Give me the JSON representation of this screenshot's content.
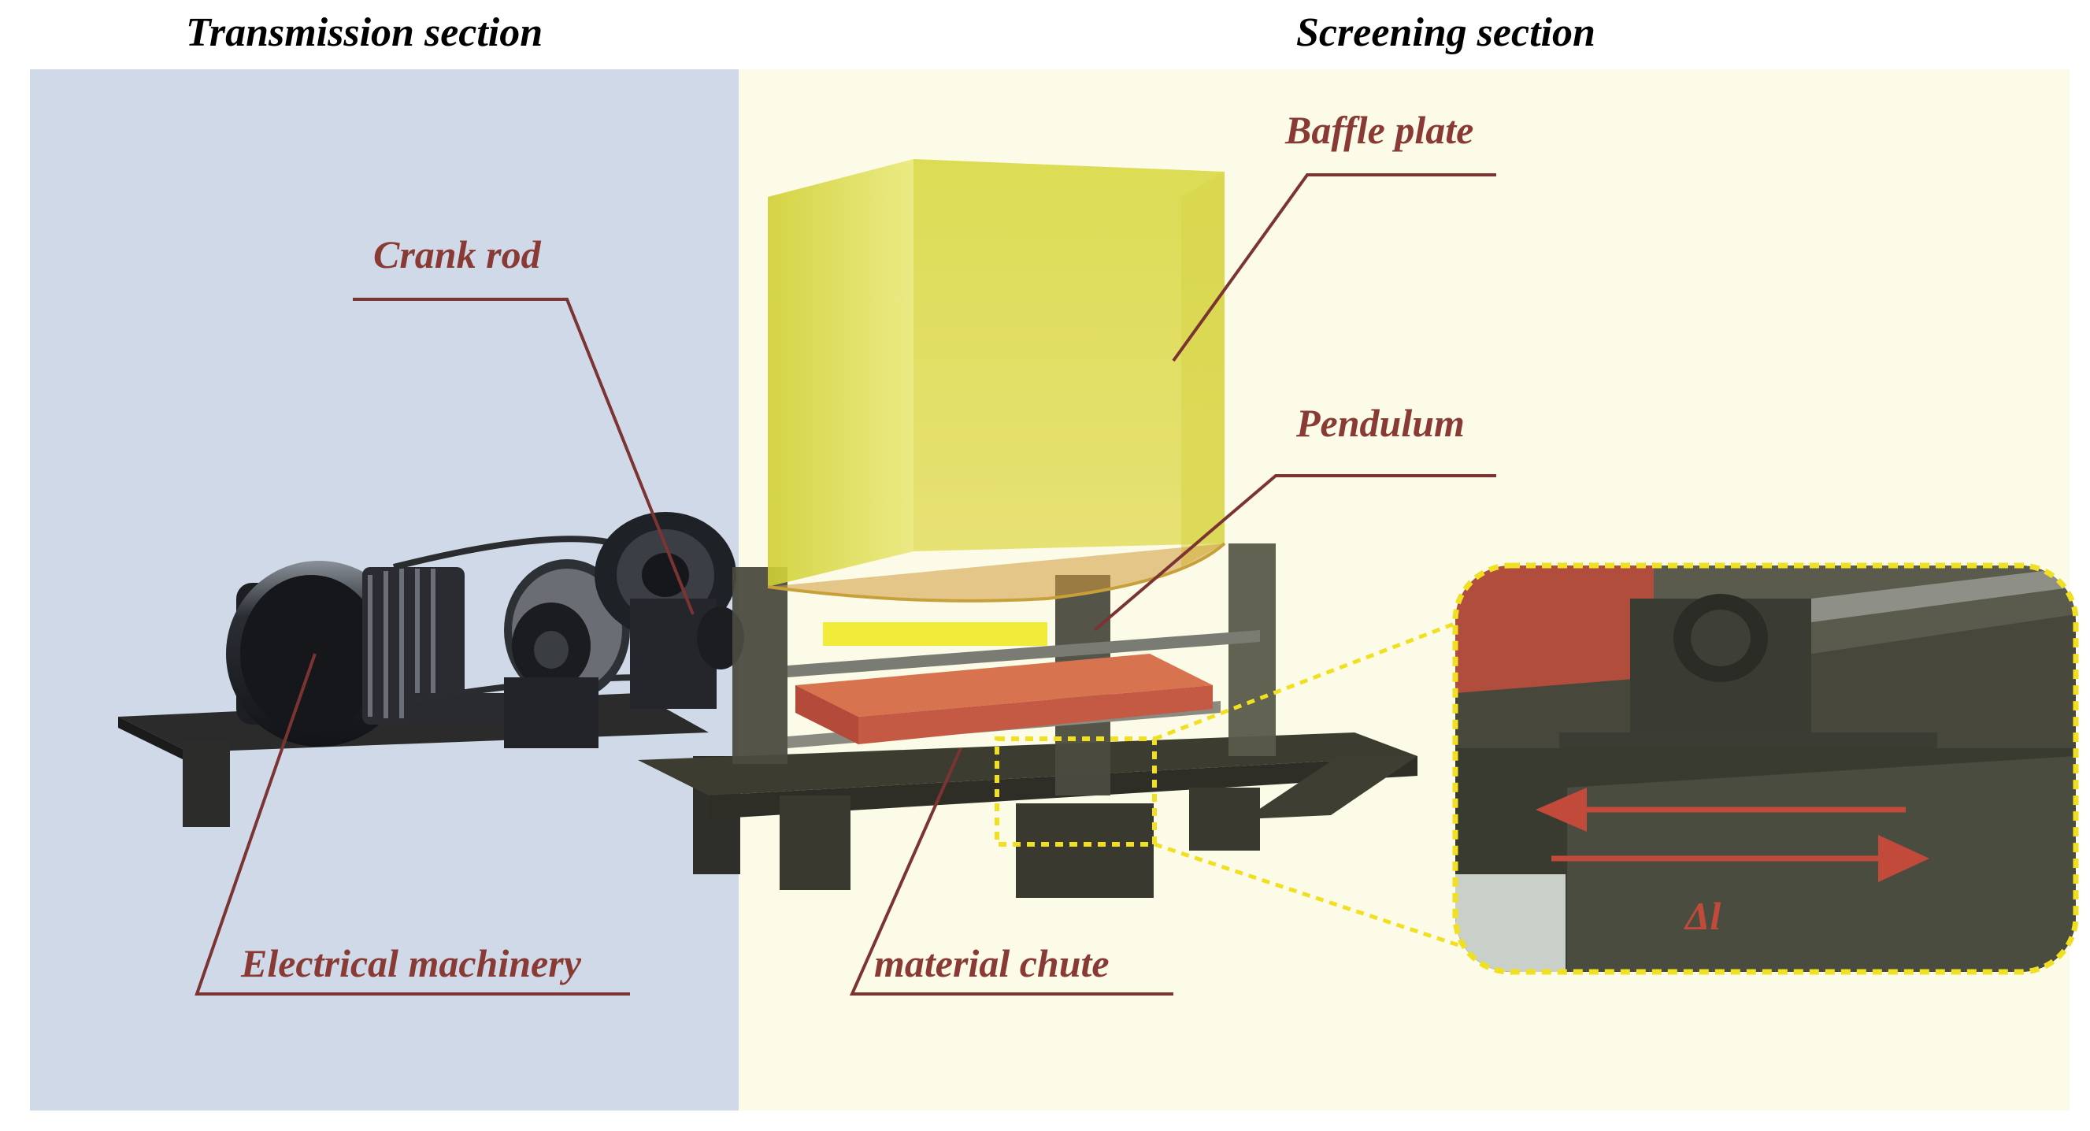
{
  "sections": {
    "transmission": "Transmission section",
    "screening": "Screening section"
  },
  "labels": {
    "baffle_plate": "Baffle plate",
    "crank_rod": "Crank rod",
    "pendulum": "Pendulum",
    "electrical_machinery": "Electrical machinery",
    "material_chute": "material chute"
  },
  "zoom": {
    "symbol": "Δl"
  },
  "colors": {
    "transmission_bg": "#cfd9e7",
    "screening_bg": "#fbfbe8",
    "label_text": "#8a3a34",
    "leader_line": "#7b3432",
    "box_yellow": "#e3df4a",
    "chute": "#c95a44",
    "frame_dark": "#4a4a3c",
    "machine_dark": "#1f2226",
    "dotted": "#f0e021",
    "arrow": "#c24a3a"
  }
}
